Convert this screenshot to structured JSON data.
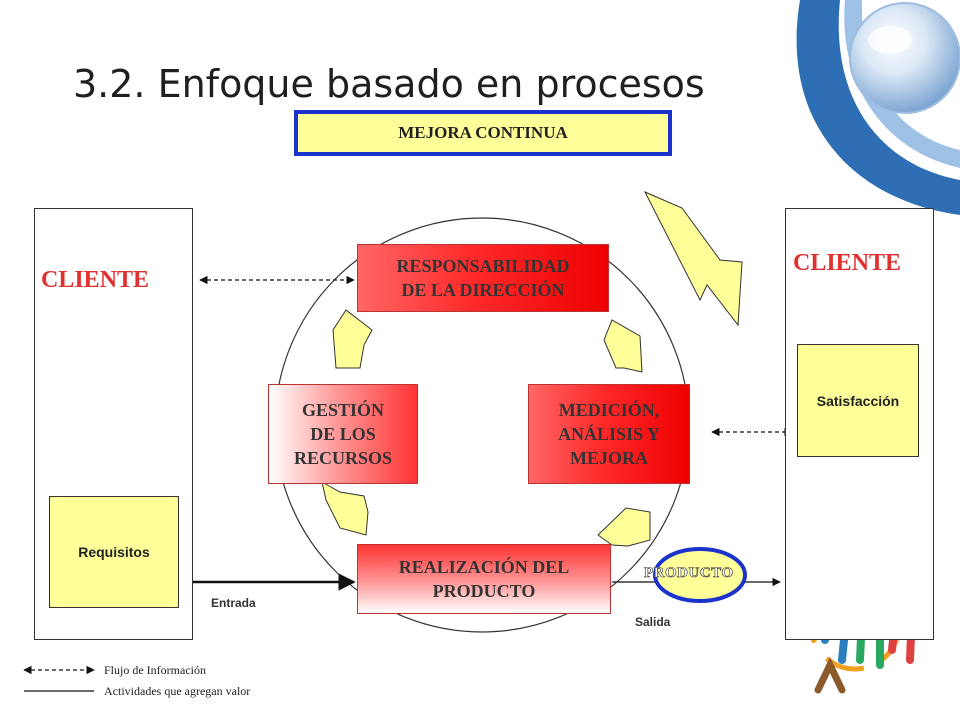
{
  "title": "3.2. Enfoque basado en procesos",
  "top_box": "MEJORA CONTINUA",
  "left_client": {
    "label": "CLIENTE",
    "inner": "Requisitos"
  },
  "right_client": {
    "label": "CLIENTE",
    "inner": "Satisfacción"
  },
  "processes": {
    "direccion": "RESPONSABILIDAD\nDE LA DIRECCIÓN",
    "recursos": "GESTIÓN\nDE LOS\nRECURSOS",
    "medicion": "MEDICIÓN,\nANÁLISIS Y\nMEJORA",
    "realizacion": "REALIZACIÓN DEL\nPRODUCTO"
  },
  "flow": {
    "entrada": "Entrada",
    "salida": "Salida",
    "producto": "PRODUCTO"
  },
  "legend": {
    "info": "Flujo de Información",
    "value": "Actividades que agregan valor"
  },
  "colors": {
    "process_red": "#ff2a2a",
    "note_yellow": "#ffff99",
    "border_blue": "#1a33cc",
    "client_red": "#e03030"
  }
}
